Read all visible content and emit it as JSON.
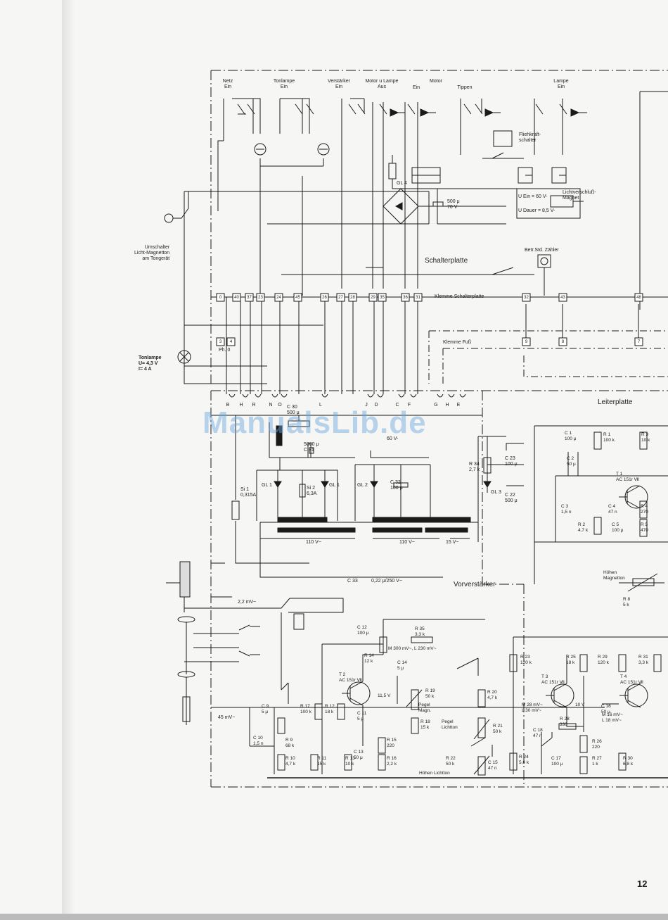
{
  "page": {
    "number": "12",
    "watermark": "ManualsLib.de"
  },
  "switches_top": [
    {
      "id": "netz",
      "label": "Netz\nEin"
    },
    {
      "id": "tonlampe",
      "label": "Tonlampe\nEin"
    },
    {
      "id": "verstaerker",
      "label": "Verstärker\nEin"
    },
    {
      "id": "motor_lampe",
      "label": "Motor u Lampe\nAus"
    },
    {
      "id": "motor_ein",
      "label": "Ein"
    },
    {
      "id": "motor",
      "label": "Motor"
    },
    {
      "id": "tippen",
      "label": "Tippen"
    },
    {
      "id": "lampe",
      "label": "Lampe\nEin"
    }
  ],
  "sections": {
    "schalterplatte": "Schalterplatte",
    "klemme_schalterplatte": "Klemme Schalterplatte",
    "klemme_fuss": "Klemme Fuß",
    "leiterplatte": "Leiterplatte",
    "vorverstaerker": "Vorverstärker"
  },
  "left_labels": {
    "umschalter": "Umschalter\nLicht-Magnetton\nam Tongerät",
    "tonlampe": "Tonlampe\nU= 4,3 V\nI= 4 A",
    "ph0": "Ph. 0",
    "level_22": "2,2 mV~",
    "level_45": "45 mV~"
  },
  "relay_labels": {
    "fliehkraft": "Fliehkraft-\nschalter",
    "lichtverschluss": "Lichtverschluß-\nMagnet",
    "ein_60": "U Ein = 60 V-",
    "dauer": "U Dauer = 8,5 V-",
    "betr_zaehler": "Betr.Std. Zähler",
    "gl4": "GL 4",
    "c500": "500 μ\n70 V",
    "v_60": "60 V-"
  },
  "terminals_schalter": [
    "0",
    "40",
    "37",
    "23",
    "24",
    "45",
    "26",
    "27",
    "28",
    "29",
    "35",
    "36",
    "31",
    "32",
    "43",
    "48"
  ],
  "terminals_fuss": [
    "3",
    "4",
    "9",
    "8",
    "7"
  ],
  "connectors_leiter": [
    "B",
    "H",
    "R",
    "N",
    "O",
    "L",
    "J",
    "D",
    "C",
    "F",
    "G",
    "H",
    "E"
  ],
  "power_supply": {
    "c30": "C 30\n500 μ",
    "c31": "5000 μ\nC 31",
    "c32": "C 32\n100 μ",
    "si1": "Si 1\n0,315A",
    "si2": "Si 2\n6,3A",
    "gl1a": "GL 1",
    "gl1b": "GL 1",
    "gl2": "GL 2",
    "gl3": "GL 3",
    "r34": "R 34\n2,7 k",
    "c23": "C 23\n100 μ",
    "c22": "C 22\n500 μ",
    "tr_110a": "110 V~",
    "tr_110b": "110 V~",
    "tr_15": "15 V~",
    "c33": "C 33",
    "c33v": "0,22 μ/250 V~"
  },
  "amp_components": [
    {
      "id": "C1",
      "label": "C 1\n100 μ"
    },
    {
      "id": "R1",
      "label": "R 1\n100 k"
    },
    {
      "id": "R3",
      "label": "R 3\n10 k"
    },
    {
      "id": "T1",
      "label": "T 1\nAC 151r Ⅶ"
    },
    {
      "id": "C2",
      "label": "C 2\n50 μ"
    },
    {
      "id": "C3",
      "label": "C 3\n1,5 n"
    },
    {
      "id": "C4",
      "label": "C 4\n47 n"
    },
    {
      "id": "R4",
      "label": "R 4\n270"
    },
    {
      "id": "R2",
      "label": "R 2\n4,7 k"
    },
    {
      "id": "C5",
      "label": "C 5\n100 μ"
    },
    {
      "id": "R5",
      "label": "R 5\n470"
    },
    {
      "id": "R8",
      "label": "R 8\n5 k"
    },
    {
      "id": "hoehen_m",
      "label": "Höhen\nMagnetton"
    },
    {
      "id": "C12",
      "label": "C 12\n100 μ"
    },
    {
      "id": "R35",
      "label": "R 35\n3,3 k"
    },
    {
      "id": "R14",
      "label": "R 14\n12 k"
    },
    {
      "id": "M",
      "label": "M 300 mV~, L 230 mV~"
    },
    {
      "id": "T2",
      "label": "T 2\nAC 151r Ⅶ"
    },
    {
      "id": "C14",
      "label": "C 14\n5 μ"
    },
    {
      "id": "v115",
      "label": "11,5 V"
    },
    {
      "id": "R19",
      "label": "R 19\n50 k"
    },
    {
      "id": "pegel_m",
      "label": "Pegel\nMagn."
    },
    {
      "id": "R18",
      "label": "R 18\n15 k"
    },
    {
      "id": "R20",
      "label": "R 20\n4,7 k"
    },
    {
      "id": "pegel_l",
      "label": "Pegel\nLichtton"
    },
    {
      "id": "R21",
      "label": "R 21\n50 k"
    },
    {
      "id": "C9",
      "label": "C 9\n5 μ"
    },
    {
      "id": "R17",
      "label": "R 17\n100 k"
    },
    {
      "id": "R12",
      "label": "R 12\n18 k"
    },
    {
      "id": "C11",
      "label": "C 11\n5 μ"
    },
    {
      "id": "C10",
      "label": "C 10\n1,5 n"
    },
    {
      "id": "R9",
      "label": "R 9\n68 k"
    },
    {
      "id": "R15",
      "label": "R 15\n220"
    },
    {
      "id": "C13",
      "label": "C 13\n50 μ"
    },
    {
      "id": "R10",
      "label": "R 10\n4,7 k"
    },
    {
      "id": "R11",
      "label": "R 11\n15 k"
    },
    {
      "id": "R13",
      "label": "R 13\n10 k"
    },
    {
      "id": "R16",
      "label": "R 16\n2,2 k"
    },
    {
      "id": "R22",
      "label": "R 22\n50 k"
    },
    {
      "id": "C15",
      "label": "C 15\n47 n"
    },
    {
      "id": "hoehen_l",
      "label": "Höhen Lichtton"
    },
    {
      "id": "R23",
      "label": "R 23\n120 k"
    },
    {
      "id": "R25",
      "label": "R 25\n18 k"
    },
    {
      "id": "R29",
      "label": "R 29\n120 k"
    },
    {
      "id": "R31",
      "label": "R 31\n3,3 k"
    },
    {
      "id": "T3",
      "label": "T 3\nAC 151r Ⅶ"
    },
    {
      "id": "T4",
      "label": "T 4\nAC 151r Ⅶ"
    },
    {
      "id": "M28",
      "label": "M 28 mV~\nL 30 mV~"
    },
    {
      "id": "v10",
      "label": "10 V"
    },
    {
      "id": "C16",
      "label": "C 16\n50 μ"
    },
    {
      "id": "M16",
      "label": "M 16 mV~\nL 18 mV~"
    },
    {
      "id": "R28",
      "label": "R 28\n330"
    },
    {
      "id": "C18",
      "label": "C 18\n47 n"
    },
    {
      "id": "R26",
      "label": "R 26\n220"
    },
    {
      "id": "R24",
      "label": "R 24\n5,6 k"
    },
    {
      "id": "C17",
      "label": "C 17\n100 μ"
    },
    {
      "id": "R27",
      "label": "R 27\n1 k"
    },
    {
      "id": "R30",
      "label": "R 30\n6,8 k"
    }
  ]
}
